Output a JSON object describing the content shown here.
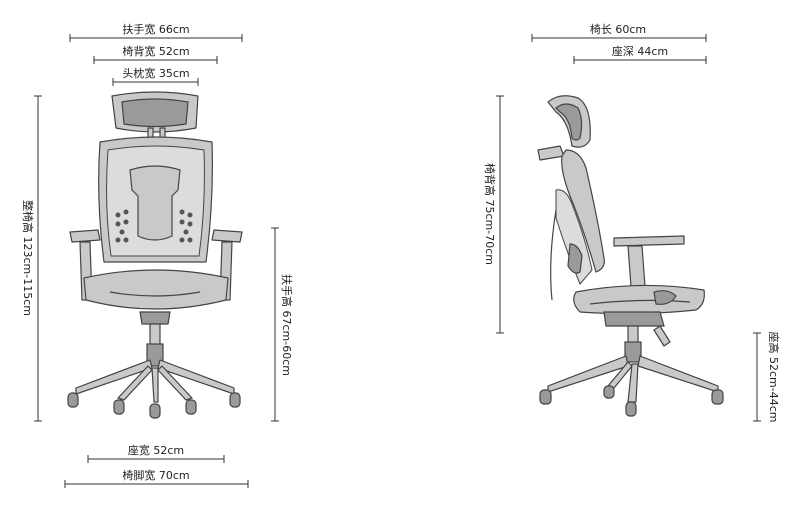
{
  "diagram": {
    "front_view": {
      "armrest_width": "扶手宽 66cm",
      "backrest_width": "椅背宽 52cm",
      "headrest_width": "头枕宽 35cm",
      "total_height": "整椅高 123cm-115cm",
      "armrest_height": "扶手高 67cm-60cm",
      "seat_width": "座宽 52cm",
      "base_width": "椅脚宽 70cm"
    },
    "side_view": {
      "chair_length": "椅长 60cm",
      "seat_depth": "座深 44cm",
      "backrest_height": "椅背高 75cm-70cm",
      "seat_height": "座高 52cm-44cm"
    }
  }
}
